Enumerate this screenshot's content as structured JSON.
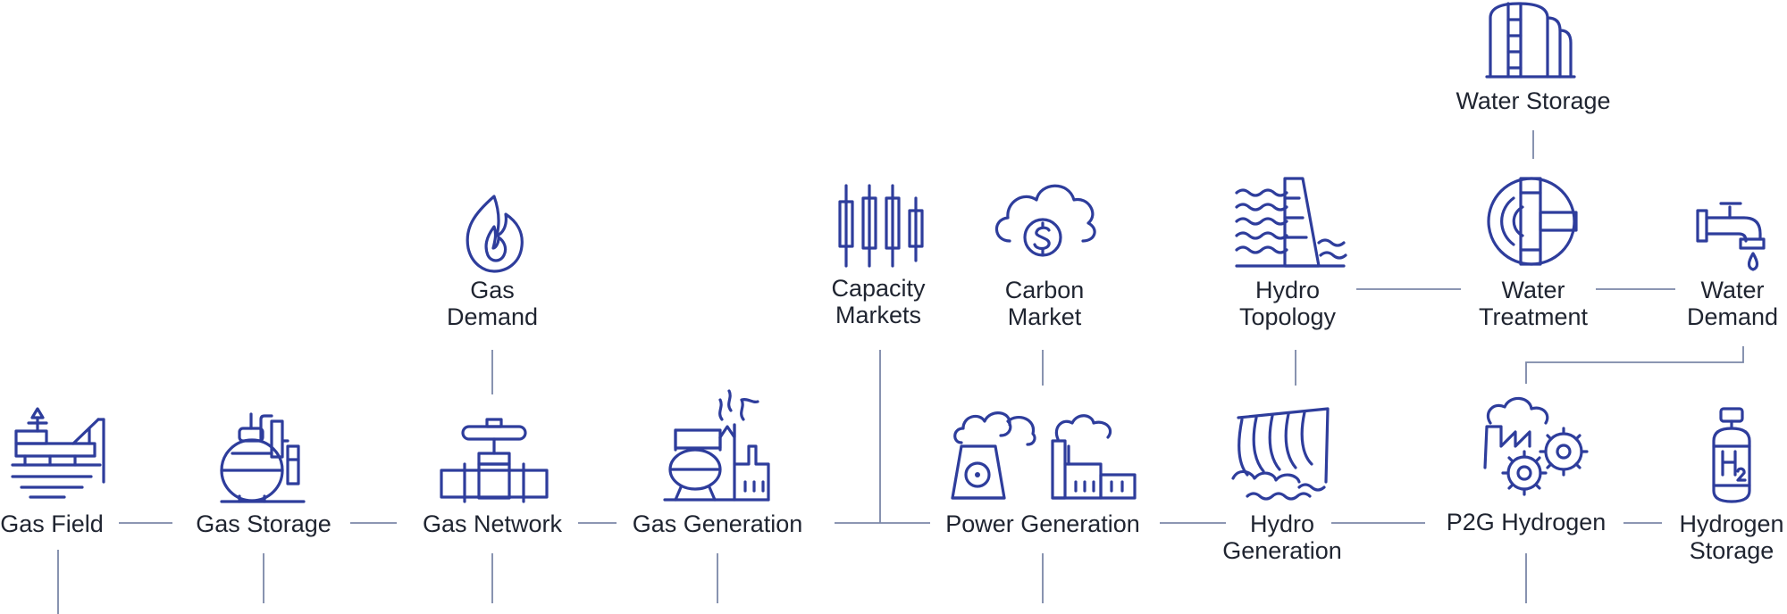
{
  "nodes": {
    "gas_field": {
      "label": "Gas Field",
      "icon": "offshore-platform-icon"
    },
    "gas_storage": {
      "label": "Gas Storage",
      "icon": "gas-tank-icon"
    },
    "gas_network": {
      "label": "Gas Network",
      "icon": "pipeline-valve-icon"
    },
    "gas_generation": {
      "label": "Gas Generation",
      "icon": "gas-plant-icon"
    },
    "gas_demand": {
      "label_1": "Gas",
      "label_2": "Demand",
      "icon": "flame-icon"
    },
    "capacity_markets": {
      "label_1": "Capacity",
      "label_2": "Markets",
      "icon": "candlestick-chart-icon"
    },
    "carbon_market": {
      "label_1": "Carbon",
      "label_2": "Market",
      "icon": "cloud-dollar-icon"
    },
    "power_generation": {
      "label": "Power Generation",
      "icon": "power-plant-icon"
    },
    "hydro_topology": {
      "label_1": "Hydro",
      "label_2": "Topology",
      "icon": "dam-waves-icon"
    },
    "hydro_generation": {
      "label_1": "Hydro",
      "label_2": "Generation",
      "icon": "hydro-dam-icon"
    },
    "water_storage": {
      "label": "Water Storage",
      "icon": "water-tank-icon"
    },
    "water_treatment": {
      "label_1": "Water",
      "label_2": "Treatment",
      "icon": "water-treatment-icon"
    },
    "water_demand": {
      "label_1": "Water",
      "label_2": "Demand",
      "icon": "water-tap-icon"
    },
    "p2g_hydrogen": {
      "label": "P2G Hydrogen",
      "icon": "factory-gear-icon"
    },
    "hydrogen_storage": {
      "label_1": "Hydrogen",
      "label_2": "Storage",
      "icon": "hydrogen-cylinder-icon"
    }
  },
  "colors": {
    "icon": "#2e3d9c",
    "connector": "#7b87a8",
    "text": "#1f2430"
  }
}
